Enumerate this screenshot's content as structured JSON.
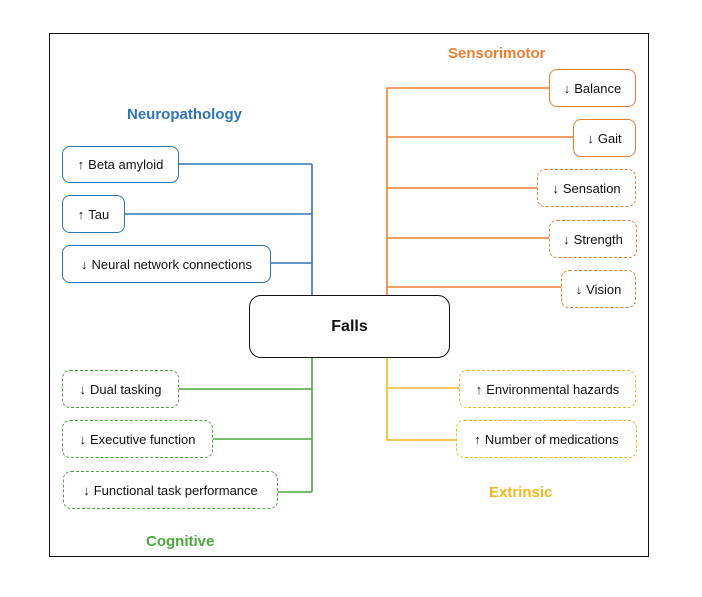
{
  "center": {
    "label": "Falls"
  },
  "categories": {
    "neuropathology": {
      "title": "Neuropathology",
      "color": "#2e75b6",
      "items": [
        {
          "arrow": "↑",
          "label": "Beta amyloid",
          "style": "solid"
        },
        {
          "arrow": "↑",
          "label": "Tau",
          "style": "solid"
        },
        {
          "arrow": "↓",
          "label": "Neural network connections",
          "style": "solid"
        }
      ]
    },
    "sensorimotor": {
      "title": "Sensorimotor",
      "color": "#ed7d31",
      "items": [
        {
          "arrow": "↓",
          "label": "Balance",
          "style": "solid"
        },
        {
          "arrow": "↓",
          "label": "Gait",
          "style": "solid"
        },
        {
          "arrow": "↓",
          "label": "Sensation",
          "style": "dashed"
        },
        {
          "arrow": "↓",
          "label": "Strength",
          "style": "dashed"
        },
        {
          "arrow": "↓",
          "label": "Vision",
          "style": "dashed"
        }
      ]
    },
    "cognitive": {
      "title": "Cognitive",
      "color": "#4aa83c",
      "items": [
        {
          "arrow": "↓",
          "label": "Dual tasking",
          "style": "dashed"
        },
        {
          "arrow": "↓",
          "label": "Executive function",
          "style": "dashed"
        },
        {
          "arrow": "↓",
          "label": "Functional task performance",
          "style": "dashed"
        }
      ]
    },
    "extrinsic": {
      "title": "Extrinsic",
      "color": "#f2b81c",
      "items": [
        {
          "arrow": "↑",
          "label": "Environmental hazards",
          "style": "dashed"
        },
        {
          "arrow": "↑",
          "label": "Number of medications",
          "style": "dashed"
        }
      ]
    }
  }
}
